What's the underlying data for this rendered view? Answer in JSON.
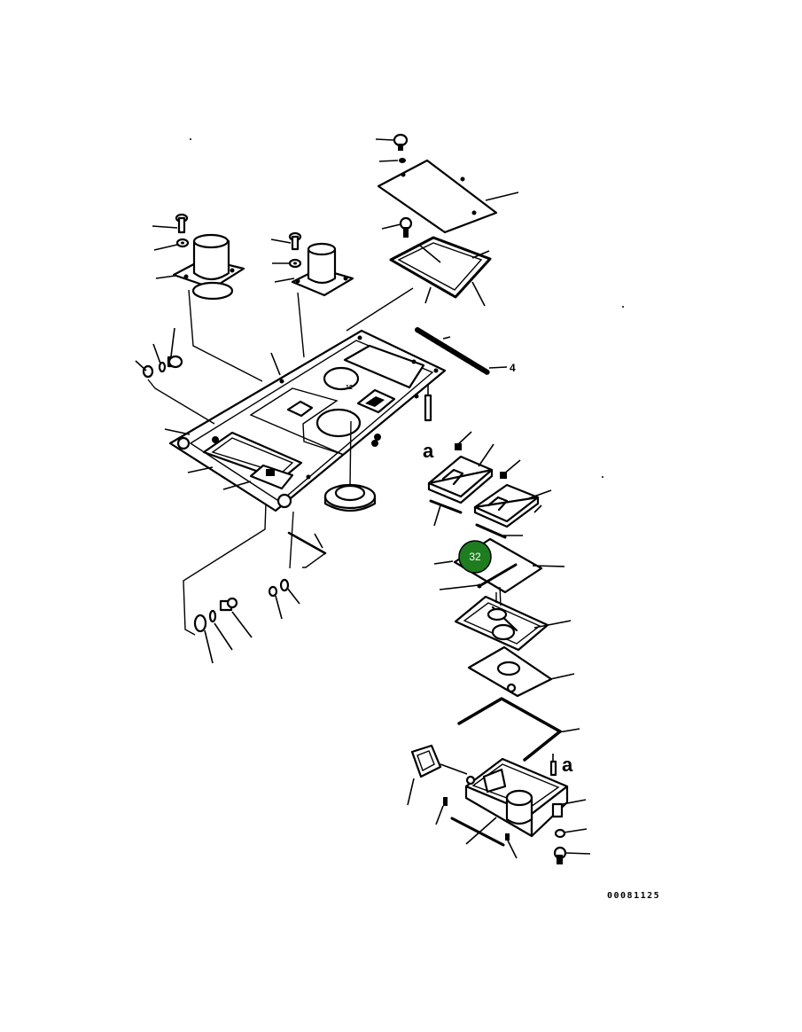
{
  "diagram": {
    "drawing_number": "00081125",
    "ref_letter_a": "a",
    "item_label_4": "4",
    "hole_label": "12",
    "callout": {
      "label": "32",
      "color": "#1e7d1e"
    }
  }
}
